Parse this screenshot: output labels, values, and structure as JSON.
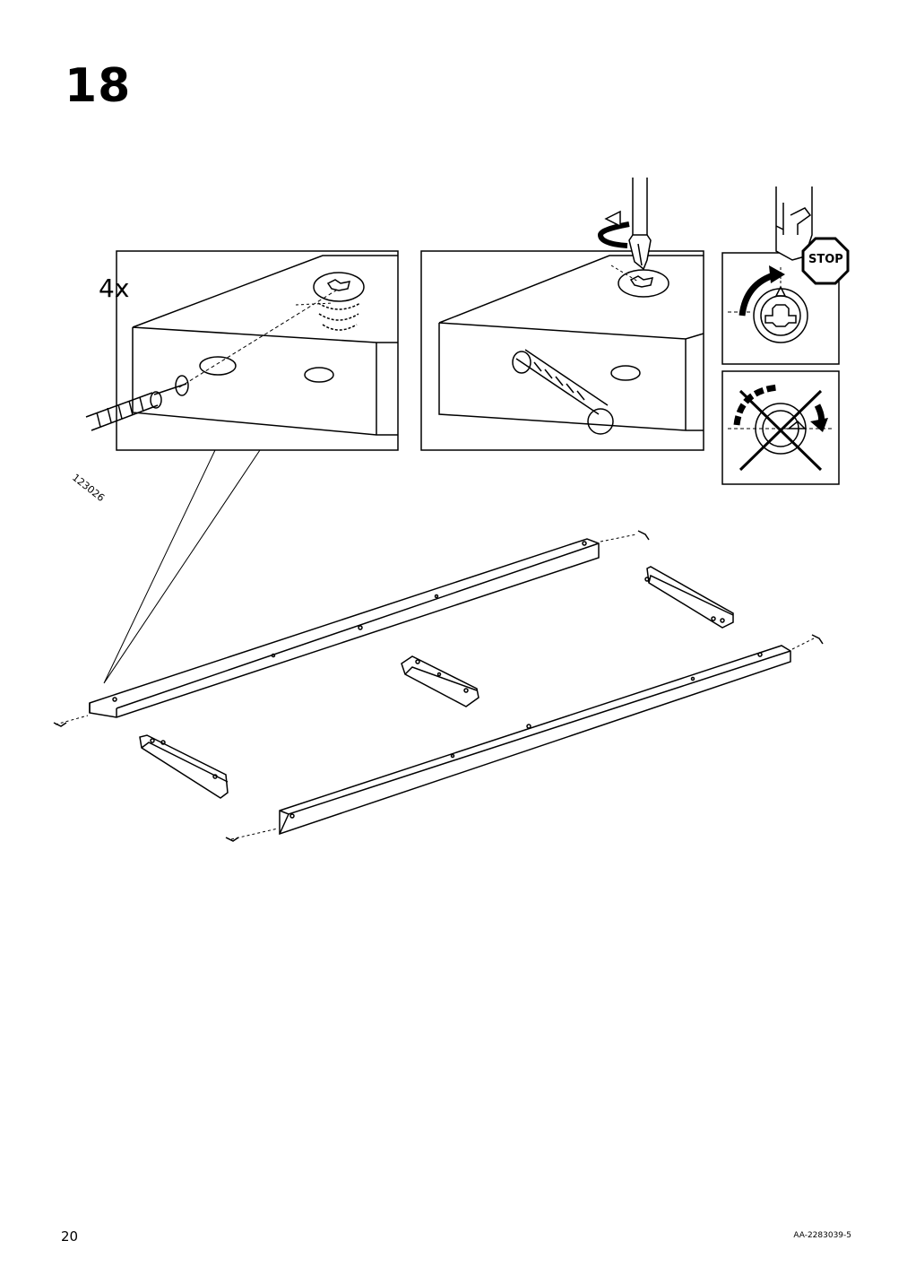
{
  "step": {
    "number": "18"
  },
  "detail": {
    "quantity": "4x",
    "part_number": "123026"
  },
  "warning": {
    "stop_label": "STOP"
  },
  "footer": {
    "page_number": "20",
    "document_code": "AA-2283039-5"
  }
}
